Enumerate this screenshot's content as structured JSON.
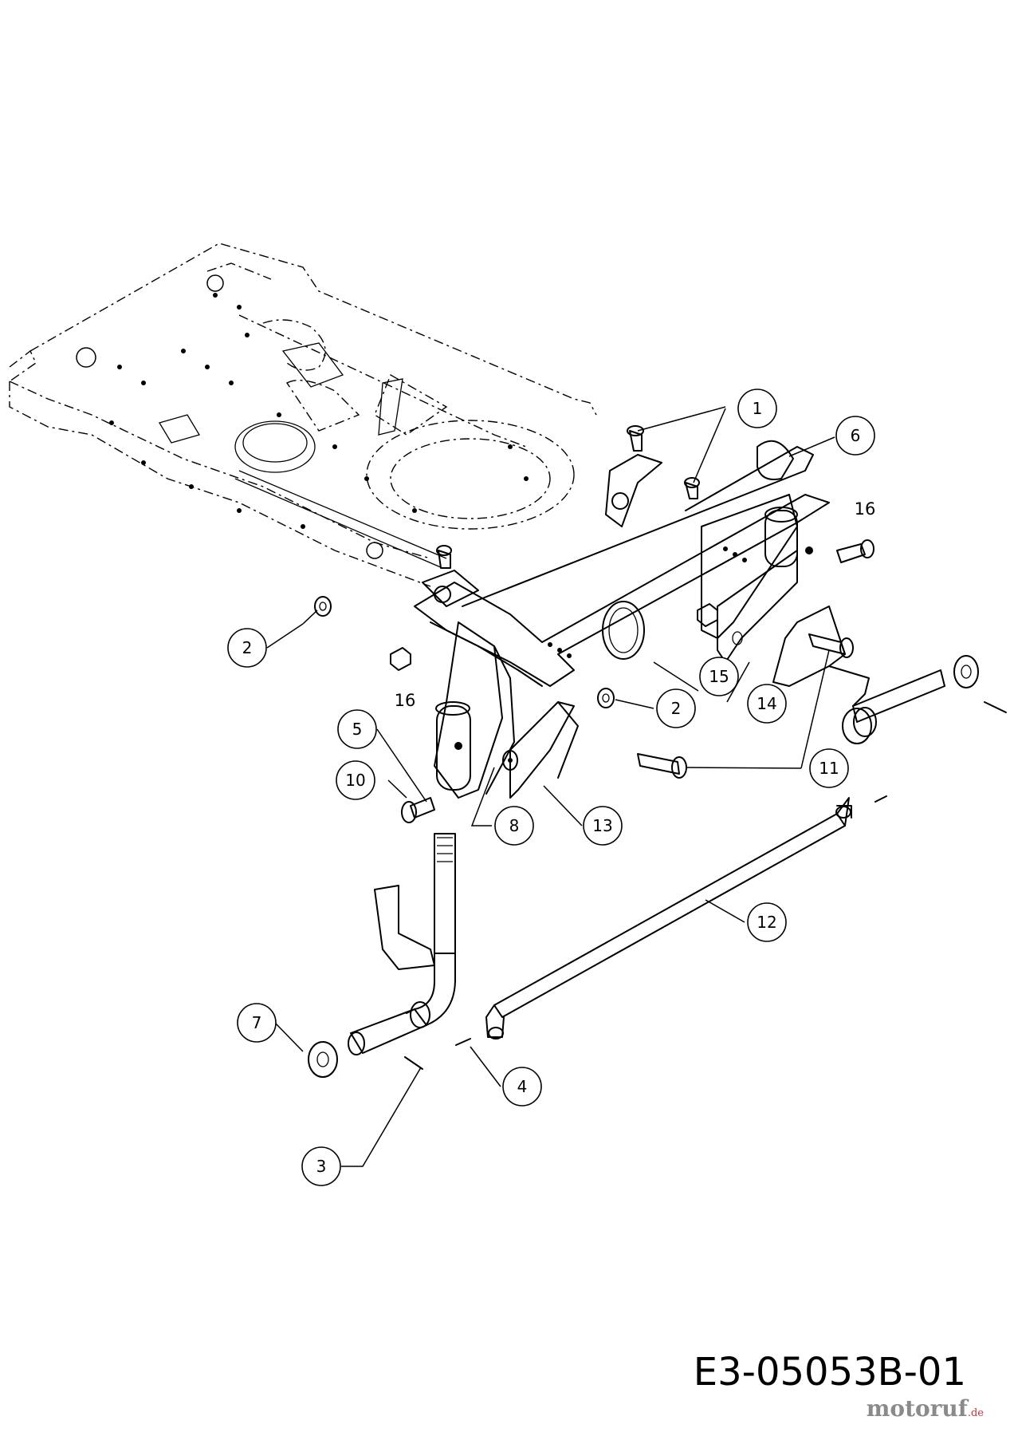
{
  "callouts": {
    "c1": "1",
    "c2a": "2",
    "c2b": "2",
    "c3": "3",
    "c4": "4",
    "c5": "5",
    "c6": "6",
    "c7": "7",
    "c8": "8",
    "c10": "10",
    "c11": "11",
    "c12": "12",
    "c13": "13",
    "c14": "14",
    "c15": "15"
  },
  "free_labels": {
    "l16a": "16",
    "l16b": "16"
  },
  "drawing_code": "E3-05053B-01",
  "watermark": {
    "brand": "motoruf",
    "suffix": ".de"
  }
}
